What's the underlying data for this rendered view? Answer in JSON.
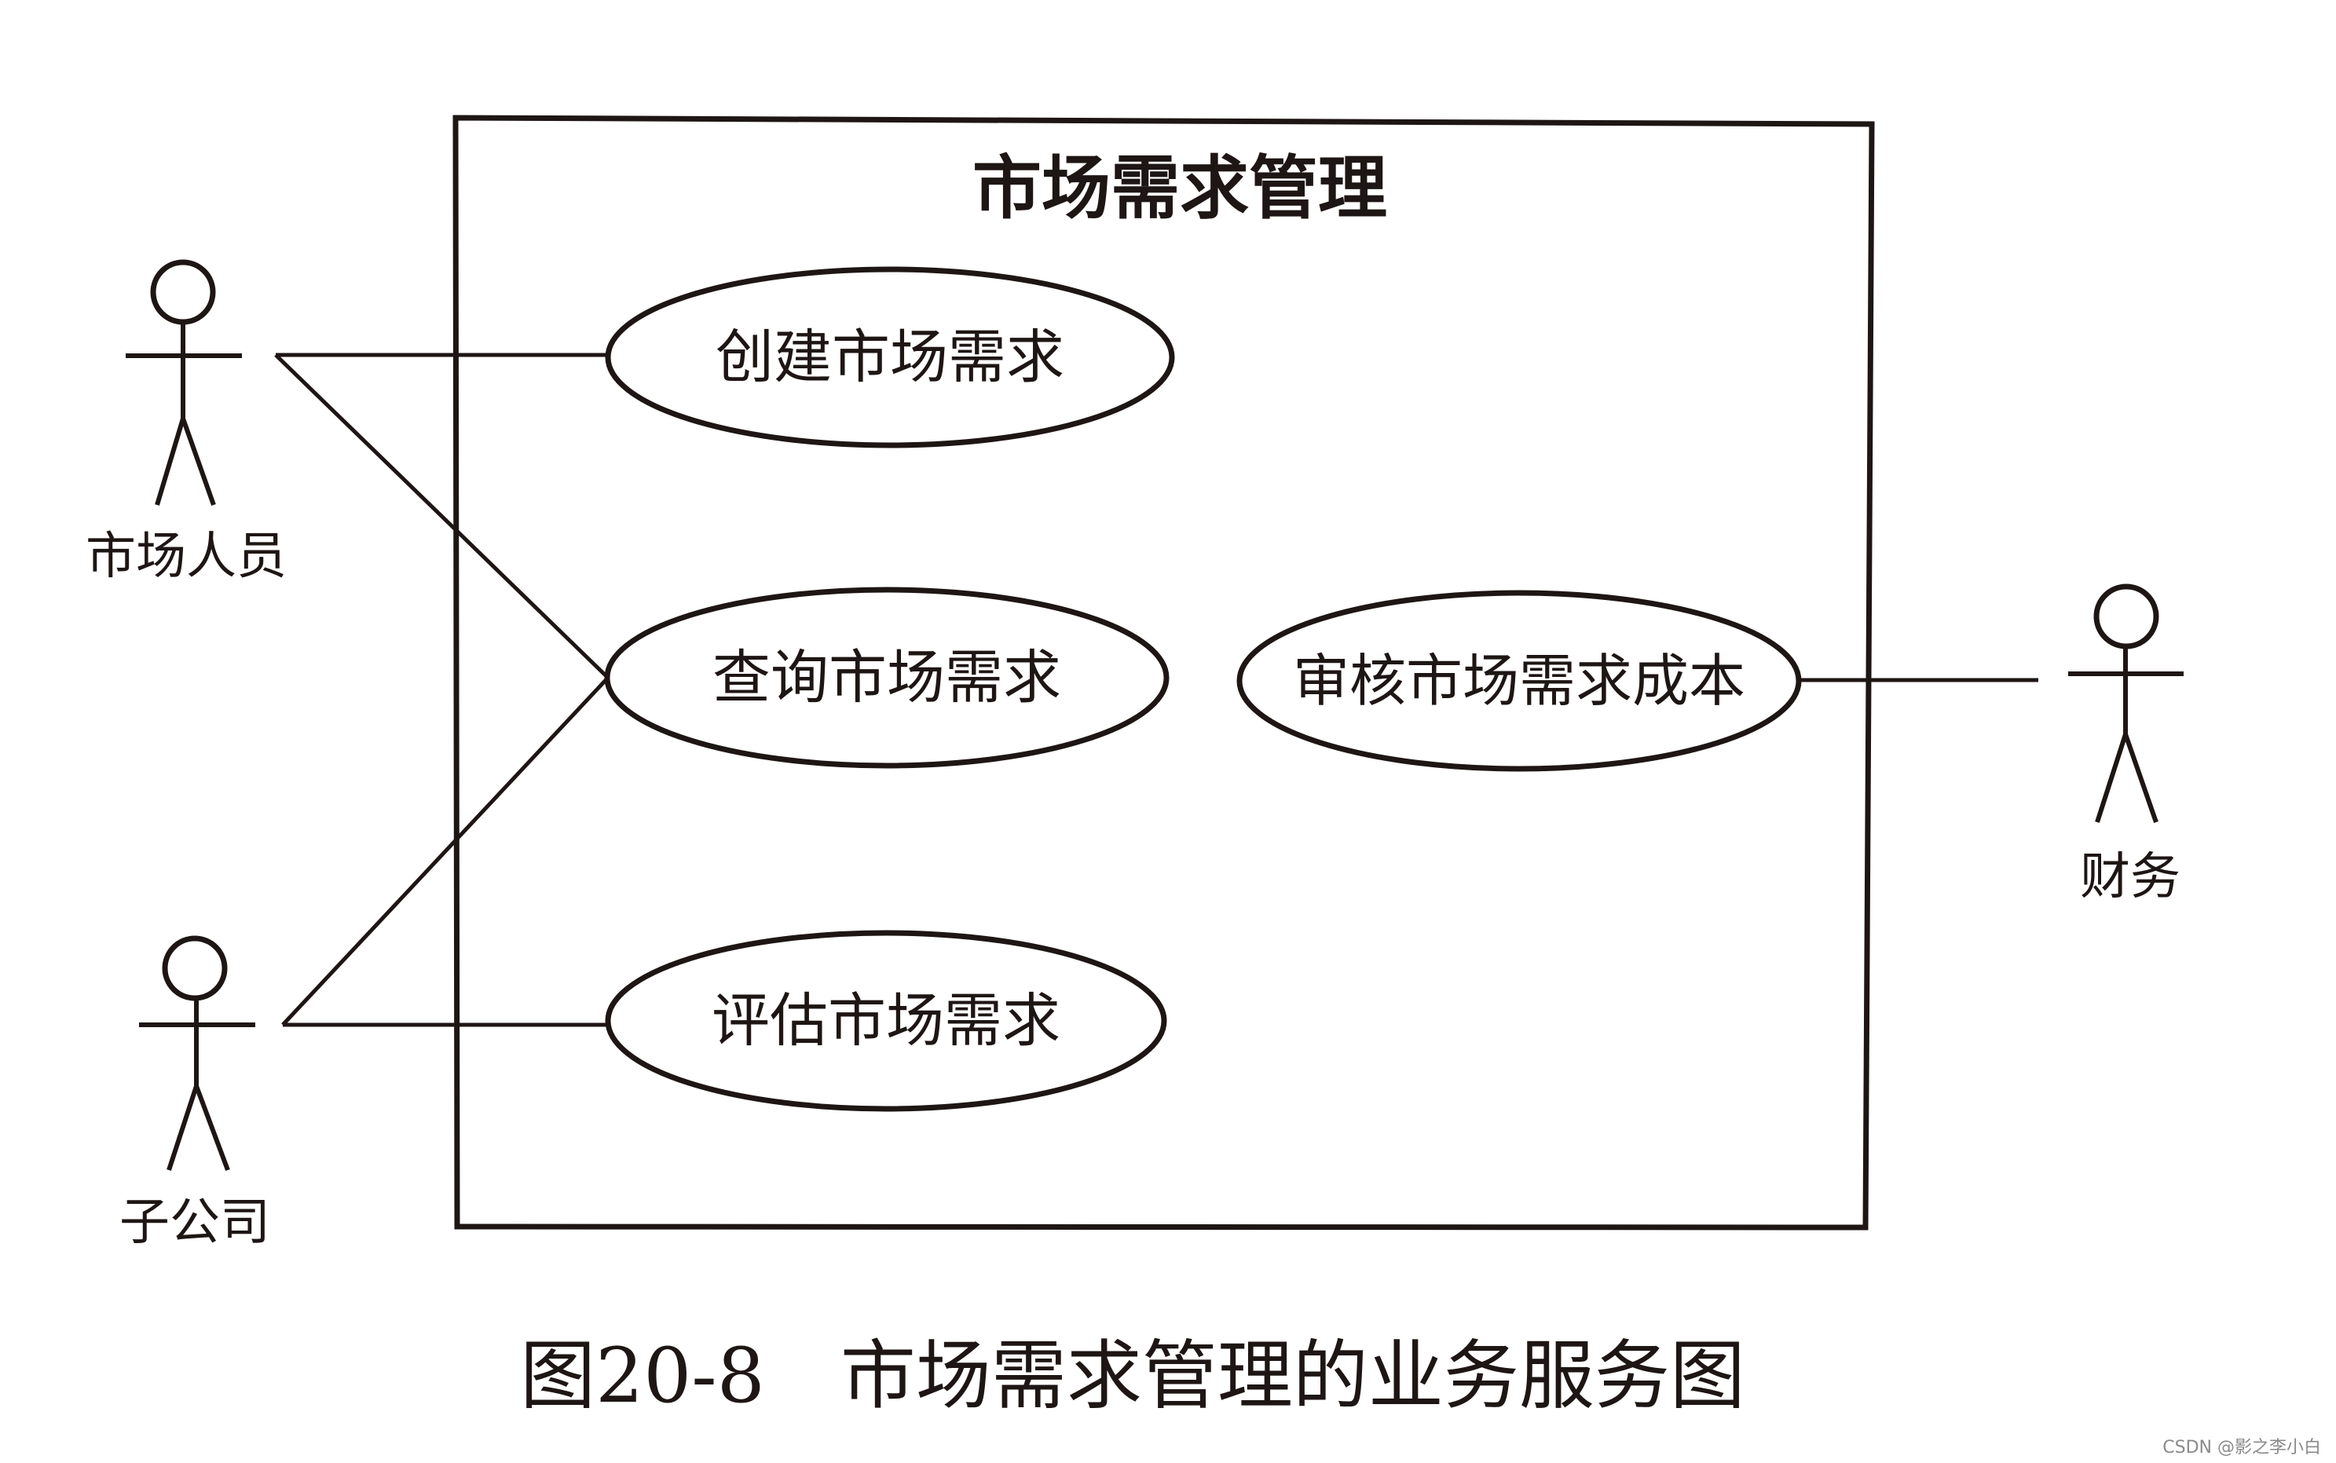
{
  "diagram": {
    "type": "uml-use-case",
    "system_boundary": {
      "title": "市场需求管理"
    },
    "use_cases": [
      {
        "id": "create",
        "label": "创建市场需求"
      },
      {
        "id": "query",
        "label": "查询市场需求"
      },
      {
        "id": "evaluate",
        "label": "评估市场需求"
      },
      {
        "id": "review_cost",
        "label": "审核市场需求成本"
      }
    ],
    "actors": [
      {
        "id": "market_staff",
        "label": "市场人员"
      },
      {
        "id": "subsidiary",
        "label": "子公司"
      },
      {
        "id": "finance",
        "label": "财务"
      }
    ],
    "associations": [
      {
        "actor": "market_staff",
        "use_case": "create"
      },
      {
        "actor": "market_staff",
        "use_case": "query"
      },
      {
        "actor": "subsidiary",
        "use_case": "query"
      },
      {
        "actor": "subsidiary",
        "use_case": "evaluate"
      },
      {
        "actor": "finance",
        "use_case": "review_cost"
      }
    ],
    "caption": "图20-8　市场需求管理的业务服务图",
    "ink_color": "#1e1614",
    "background_color": "#ffffff"
  },
  "watermark": "CSDN @影之李小白"
}
